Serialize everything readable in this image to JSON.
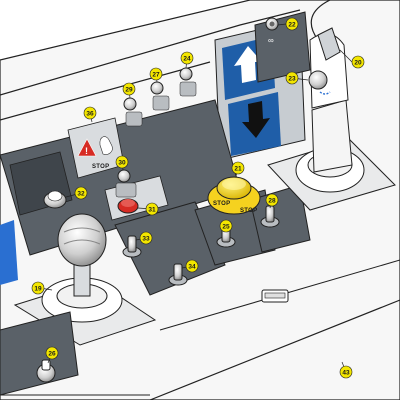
{
  "callouts": [
    "22",
    "20",
    "27",
    "24",
    "23",
    "29",
    "36",
    "21",
    "30",
    "32",
    "31",
    "33",
    "28",
    "25",
    "34",
    "19",
    "26",
    "43"
  ],
  "stop_labels": {
    "panel_stop": "STOP",
    "emergency_ring_left": "STOP",
    "emergency_ring_right": "STOP"
  },
  "colors": {
    "panel": "#5a6168",
    "panel_light": "#b9bdc1",
    "console": "#f2f2f2",
    "blue_arrow": "#1f5ea8",
    "red_stop": "#d62b24",
    "emergency_yellow": "#f5d21f",
    "callout_yellow": "#f3e600",
    "icon_blue": "#2a6fd1"
  }
}
